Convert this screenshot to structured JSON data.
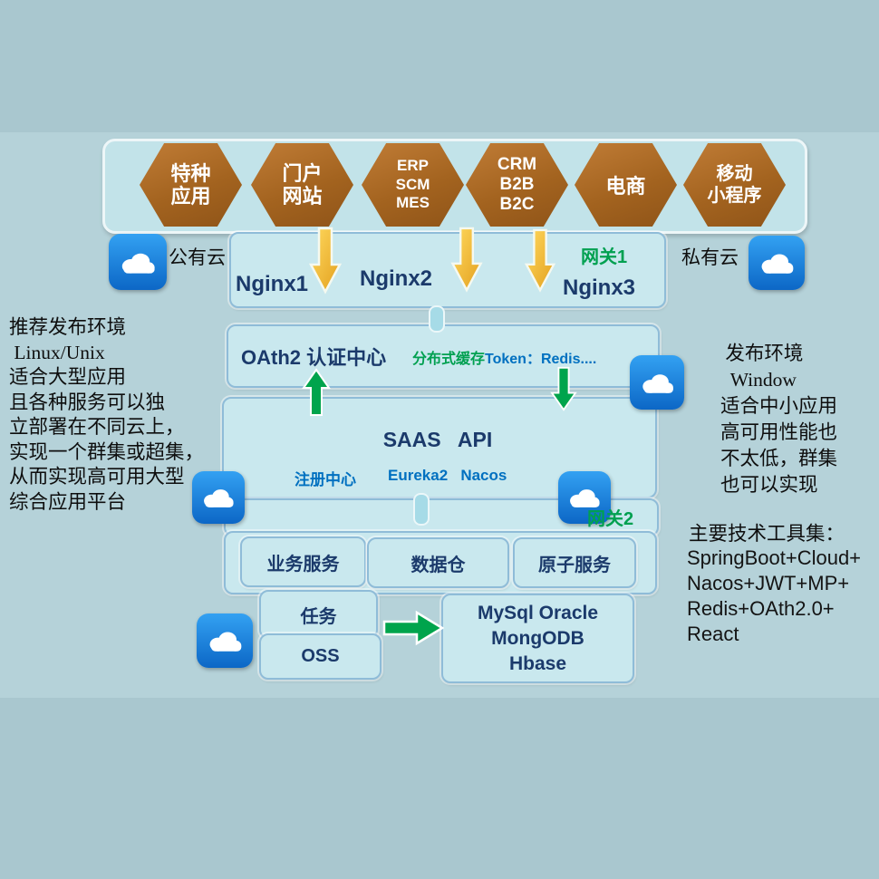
{
  "colors": {
    "background": "#a9c7cf",
    "panel": "#b5d2d9",
    "box_fill": "#c9e8ee",
    "box_border": "#8fbcd8",
    "hexagon_brown": "#a3631f",
    "navy_text": "#1b3a6b",
    "green_text": "#00A050",
    "blue_text": "#0070C0",
    "gold_arrow": "#F2B02E",
    "cloud_blue": "#0c67c6"
  },
  "hexagons": [
    {
      "label": "特种\n应用"
    },
    {
      "label": "门户\n网站"
    },
    {
      "label": "ERP\nSCM\nMES"
    },
    {
      "label": "CRM\nB2B\nB2C"
    },
    {
      "label": "电商"
    },
    {
      "label": "移动\n小程序"
    }
  ],
  "cloud_labels": {
    "public": "公有云",
    "private": "私有云"
  },
  "gateway1": {
    "nginx1": "Nginx1",
    "nginx2": "Nginx2",
    "nginx3": "Nginx3",
    "label": "网关1"
  },
  "oauth": {
    "title": "OAth2 认证中心",
    "cache_prefix": "分布式缓存",
    "cache_value": "Token：Redis...."
  },
  "saas": {
    "title": "SAAS   API",
    "registry_label": "注册中心",
    "registry_items": "Eureka2   Nacos"
  },
  "gateway2": {
    "label": "网关2"
  },
  "services": [
    {
      "label": "业务服务"
    },
    {
      "label": "数据仓"
    },
    {
      "label": "原子服务"
    }
  ],
  "storage": {
    "task": "任务",
    "oss": "OSS"
  },
  "database": {
    "text": "MySql  Oracle\nMongODB\nHbase"
  },
  "left_note": {
    "text": "推荐发布环境\n Linux/Unix\n适合大型应用\n且各种服务可以独\n立部署在不同云上，\n实现一个群集或超集，\n从而实现高可用大型\n综合应用平台"
  },
  "right_note": {
    "text": " 发布环境\n  Window\n适合中小应用\n高可用性能也\n不太低，群集\n也可以实现"
  },
  "tech_note": {
    "title": "主要技术工具集：",
    "text": "SpringBoot+Cloud+\nNacos+JWT+MP+\nRedis+OAth2.0+\nReact"
  }
}
